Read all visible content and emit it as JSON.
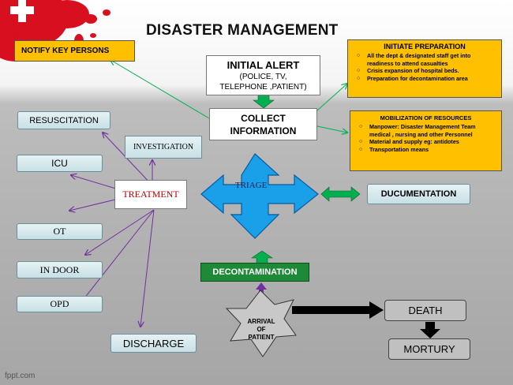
{
  "title": "DISASTER MANAGEMENT",
  "notify": "NOTIFY KEY PERSONS",
  "initial_alert": {
    "title": "INITIAL  ALERT",
    "line1": "(POLICE, TV,",
    "line2": "TELEPHONE ,PATIENT)"
  },
  "collect": {
    "line1": "COLLECT",
    "line2": "INFORMATION"
  },
  "initiate": {
    "title": "INITIATE PREPARATION",
    "items": [
      "All the dept & designated staff get into readiness to attend casualties",
      "Crisis expansion of hospital beds.",
      "Preparation for decontamination area"
    ]
  },
  "mobilization": {
    "title": "MOBILIZATION OF RESOURCES",
    "items": [
      " Manpower: Disaster Management Team    medical , nursing and other Personnel",
      " Material and supply eg: antidotes",
      "Transportation means"
    ]
  },
  "triage": "TRIAGE",
  "documentation": "DUCUMENTATION",
  "decontamination": "DECONTAMINATION",
  "arrival": {
    "line1": "ARRIVAL",
    "line2": "OF",
    "line3": "PATIENT"
  },
  "death": "DEATH",
  "mortury": "MORTURY",
  "treatment": "TREATMENT",
  "investigation": "INVESTIGATION",
  "resuscitation": "RESUSCITATION",
  "icu": "ICU",
  "ot": "OT",
  "indoor": "IN DOOR",
  "opd": "OPD",
  "discharge": "DISCHARGE",
  "footer": "fppt.com",
  "colors": {
    "orange": "#ffc000",
    "green": "#00b050",
    "dark_green": "#1e8a38",
    "blue": "#1aa0e8",
    "purple": "#7030a0",
    "red_splash": "#d80f1f",
    "treatment_text": "#c00000"
  }
}
